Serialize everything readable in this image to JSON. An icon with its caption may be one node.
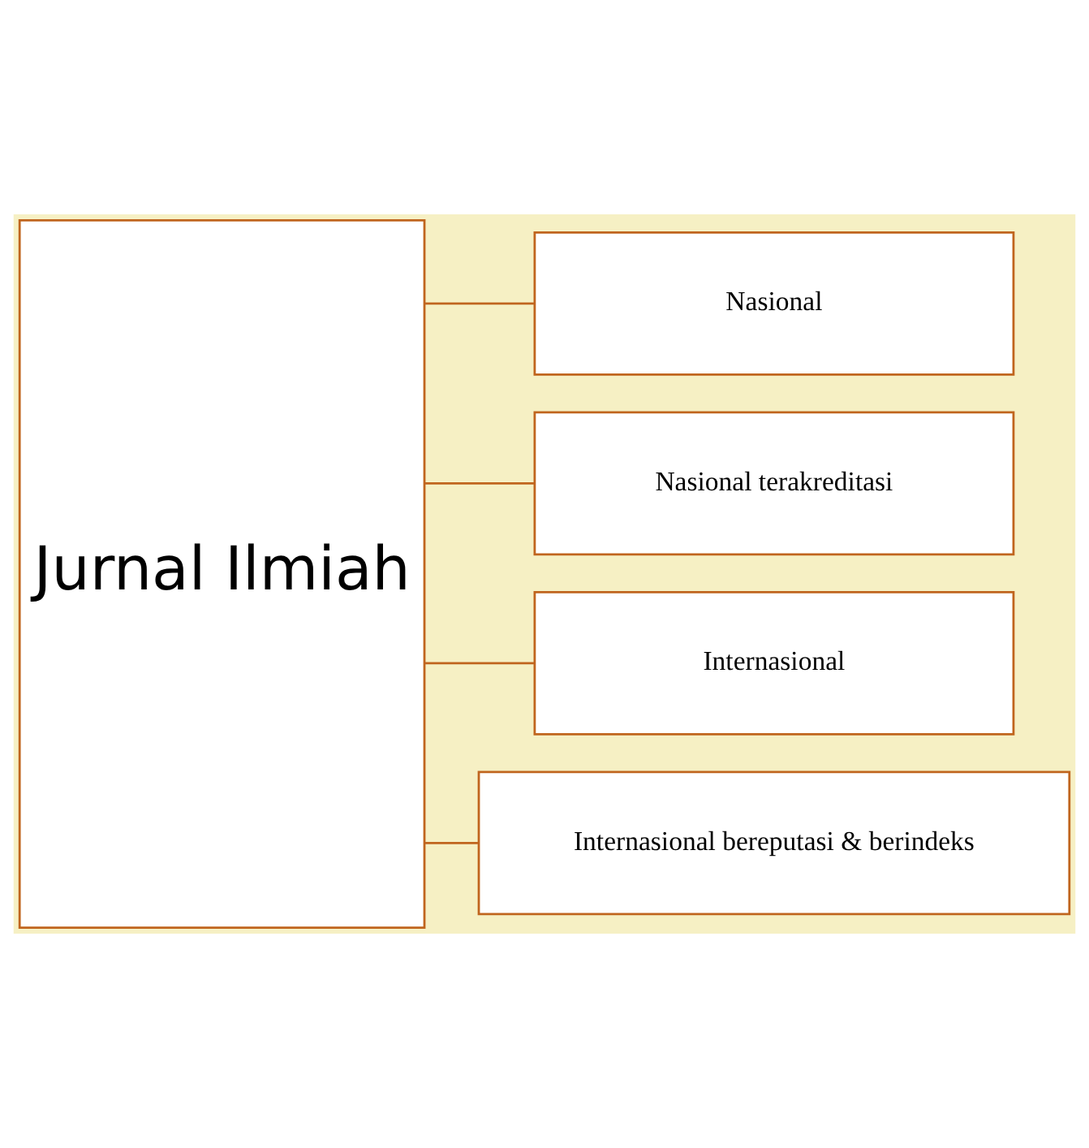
{
  "diagram": {
    "nodes": [
      {
        "text": [
          "Jurnal Ilmiah"
        ]
      },
      {
        "text": [
          "Nasional"
        ]
      },
      {
        "text": [
          "Nasional terakreditasi"
        ]
      },
      {
        "text": [
          "Internasional"
        ]
      },
      {
        "text": [
          "Internasional bereputasi & berindeks"
        ]
      }
    ],
    "edges": [
      {
        "from": 0,
        "to": 1,
        "arrow": "none"
      },
      {
        "from": 0,
        "to": 2,
        "arrow": "none"
      },
      {
        "from": 0,
        "to": 3,
        "arrow": "none"
      },
      {
        "from": 0,
        "to": 4,
        "arrow": "none"
      }
    ]
  }
}
